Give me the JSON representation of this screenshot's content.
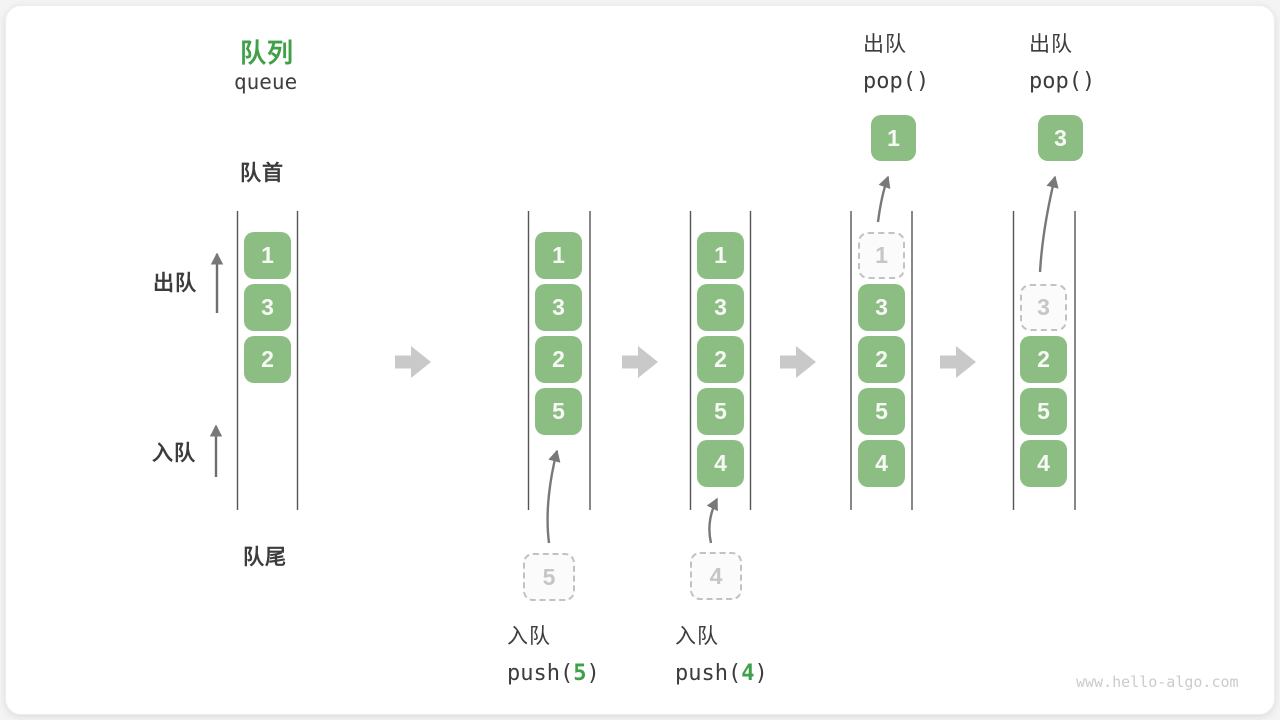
{
  "title": {
    "cn": "队列",
    "en": "queue"
  },
  "labels": {
    "front": "队首",
    "rear": "队尾",
    "dequeue": "出队",
    "enqueue": "入队"
  },
  "watermark": "www.hello-algo.com",
  "colors": {
    "block_green": "#8cbd83",
    "accent_green": "#3fa047",
    "text_dark": "#3c3c3c",
    "flow_arrow_gray": "#c9c9c9",
    "thin_arrow_gray": "#787878",
    "line_gray": "#555555",
    "ghost_border": "#c2c2c2",
    "ghost_text": "#c6c6c6",
    "watermark_gray": "#cbcbcb"
  },
  "states": [
    {
      "name": "initial",
      "blocks": {
        "s0": "1",
        "s1": "3",
        "s2": "2"
      }
    },
    {
      "name": "after-push-5",
      "blocks": {
        "s0": "1",
        "s1": "3",
        "s2": "2",
        "s3": "5"
      },
      "incoming": "5",
      "op": {
        "cn": "入队",
        "code_pre": "push(",
        "arg": "5",
        "code_post": ")"
      }
    },
    {
      "name": "after-push-4",
      "blocks": {
        "s0": "1",
        "s1": "3",
        "s2": "2",
        "s3": "5",
        "s4": "4"
      },
      "incoming": "4",
      "op": {
        "cn": "入队",
        "code_pre": "push(",
        "arg": "4",
        "code_post": ")"
      }
    },
    {
      "name": "after-pop-1",
      "ghost": "1",
      "blocks": {
        "s1": "3",
        "s2": "2",
        "s3": "5",
        "s4": "4"
      },
      "popped": "1",
      "op": {
        "cn": "出队",
        "code": "pop()"
      }
    },
    {
      "name": "after-pop-3",
      "ghost": "3",
      "blocks": {
        "s2": "2",
        "s3": "5",
        "s4": "4"
      },
      "popped": "3",
      "op": {
        "cn": "出队",
        "code": "pop()"
      }
    }
  ]
}
